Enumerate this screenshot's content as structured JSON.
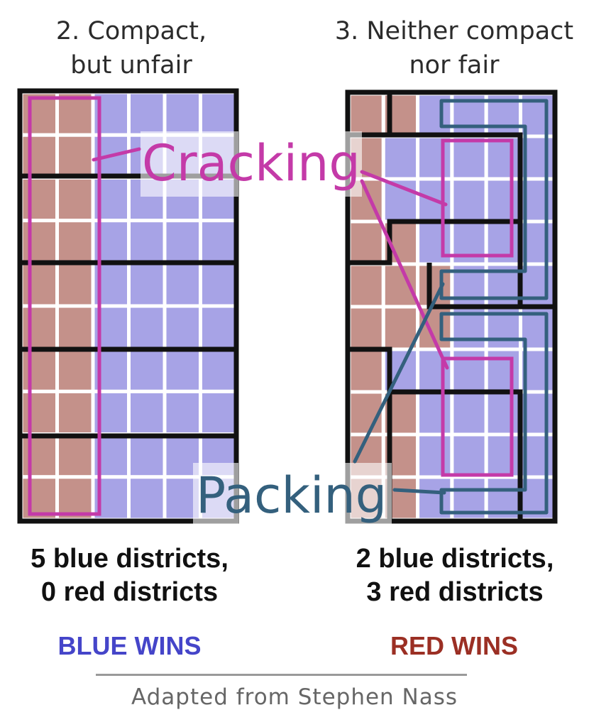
{
  "panels": [
    {
      "title_line1": "2. Compact,",
      "title_line2": "but unfair",
      "result_line1": "5 blue districts,",
      "result_line2": "0 red districts",
      "winner": "BLUE WINS",
      "grid": [
        "RRBBBB",
        "RRBBBB",
        "RRBBBB",
        "RRBBBB",
        "RRBBBB",
        "RRBBBB",
        "RRBBBB",
        "RRBBBB",
        "RRBBBB",
        "RRBBBB"
      ]
    },
    {
      "title_line1": "3. Neither compact",
      "title_line2": "nor fair",
      "result_line1": "2 blue districts,",
      "result_line2": "3 red districts",
      "winner": "RED WINS",
      "grid": [
        "RRBBBB",
        "RBBBBB",
        "RBBBBB",
        "RRBBBB",
        "RRRBBB",
        "RRRBBB",
        "RBBBBB",
        "RRBBBB",
        "RRBBBB",
        "RRBBBB"
      ]
    }
  ],
  "annotations": {
    "cracking": "Cracking",
    "packing": "Packing"
  },
  "colors": {
    "red_cell": "#c4918a",
    "blue_cell": "#a7a3e6",
    "district_border": "#111111",
    "cracking": "#c43aa8",
    "packing": "#34607d",
    "blue_wins": "#4545c9",
    "red_wins": "#9b2f24"
  },
  "credit": "Adapted from Stephen Nass"
}
